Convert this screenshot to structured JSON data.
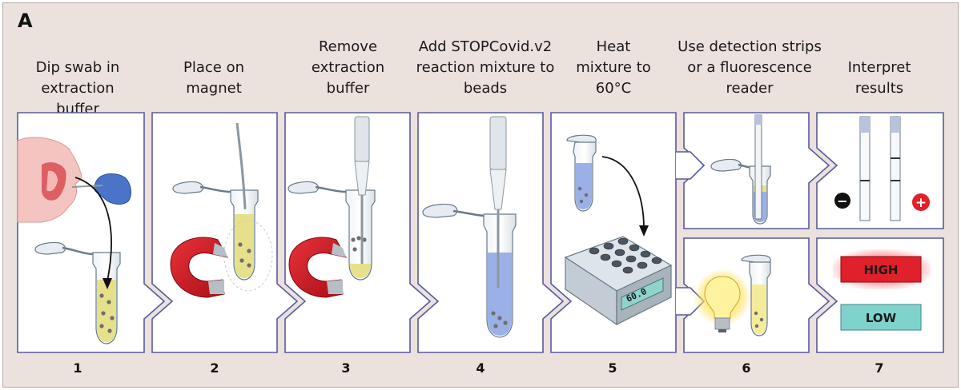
{
  "panel_label": "A",
  "steps": [
    {
      "number": "1",
      "title": "Dip swab in extraction buffer"
    },
    {
      "number": "2",
      "title": "Place on magnet"
    },
    {
      "number": "3",
      "title": "Remove extraction buffer"
    },
    {
      "number": "4",
      "title": "Add STOPCovid.v2 reaction mixture to beads"
    },
    {
      "number": "5",
      "title": "Heat mixture to 60°C"
    },
    {
      "number": "6",
      "title": "Use detection strips or a fluorescence reader"
    },
    {
      "number": "7",
      "title": "Interpret results"
    }
  ],
  "heater_display": "60.0",
  "results": {
    "negative_symbol": "−",
    "positive_symbol": "+",
    "high_label": "HIGH",
    "low_label": "LOW"
  },
  "colors": {
    "background": "#ebe1dd",
    "panel_fill": "#ffffff",
    "panel_border": "#5a5aa0",
    "buffer_yellow": "#e6e08a",
    "mixture_blue": "#9ab0e6",
    "magnet_red": "#c8141c",
    "high_red": "#e0202a",
    "low_teal": "#7fd3cc"
  }
}
